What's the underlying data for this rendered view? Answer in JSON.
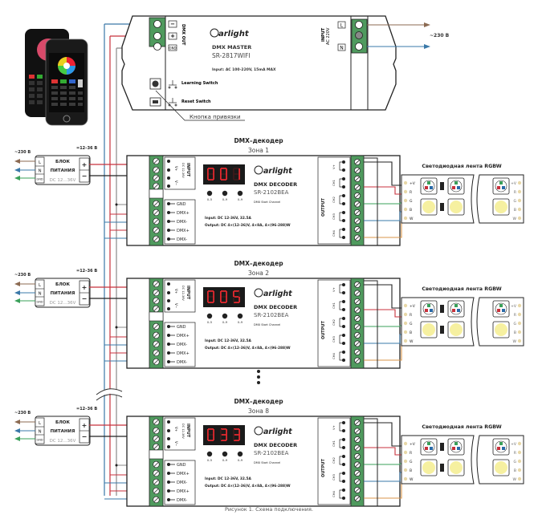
{
  "caption": "Рисунок 1. Схема подключения.",
  "colors": {
    "brown": "#8b6a52",
    "blue": "#3a78a8",
    "green": "#3aa05a",
    "red": "#c8323c",
    "black": "#222222",
    "gray": "#888888",
    "orange": "#d9964a",
    "terminal_green": "#4f9a5e",
    "segment_red": "#e0282e"
  },
  "master": {
    "brand": "arlight",
    "title": "DMX MASTER",
    "model": "SR-2817WIFI",
    "input_spec": "Input: AC 100-220V, 15mA MAX",
    "dmx_out_label": "DMX OUT",
    "dmx_out_pins": [
      "−",
      "+",
      "GND"
    ],
    "input_label": "INPUT",
    "input_sub": "AC 220V",
    "input_pins": [
      "L",
      "N"
    ],
    "learning_switch": "Learning Switch",
    "reset_switch": "Reset Switch",
    "callout": "Кнопка привязки",
    "mains_label": "~230 В"
  },
  "power_supply": {
    "title_line1": "БЛОК",
    "title_line2": "ПИТАНИЯ",
    "spec": "DC 12...36V",
    "pins": [
      "L",
      "N",
      "GND"
    ],
    "plus": "+",
    "minus": "−",
    "mains_label": "~230 В",
    "dc_label": "=12–36 В"
  },
  "decoder": {
    "header": "DMX–декодер",
    "brand": "arlight",
    "title": "DMX DECODER",
    "model": "SR-2102BEA",
    "start_channel": "DMX Start Channel",
    "knob_labels": [
      "0–5",
      "0–9",
      "0–9"
    ],
    "input_label": "INPUT",
    "input_sub": "DC 12-36V",
    "input_pins": [
      "V+",
      "V−"
    ],
    "dmx_pins": [
      "GND",
      "DMX+",
      "DMX-",
      "DMX+",
      "DMX-"
    ],
    "output_label": "OUTPUT",
    "output_pins": [
      "V+",
      "CH1",
      "CH2",
      "CH3",
      "CH4"
    ],
    "spec_input": "Input: DC 12-36V, 32.5A",
    "spec_output": "Output: DC 4×(12-36)V, 4×8A, 4×(96-288)W"
  },
  "zones": [
    {
      "label": "Зона 1",
      "display": "001"
    },
    {
      "label": "Зона 2",
      "display": "005"
    },
    {
      "label": "Зона 8",
      "display": "033"
    }
  ],
  "strip": {
    "title": "Светодиодная лента RGBW",
    "pins": [
      "+V",
      "R",
      "G",
      "B",
      "W"
    ]
  },
  "ellipsis": "⋮"
}
